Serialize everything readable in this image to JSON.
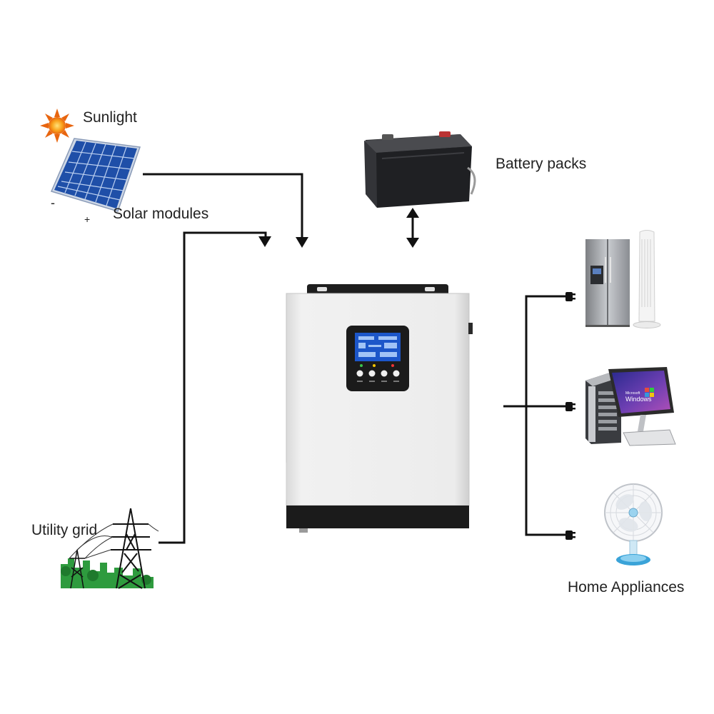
{
  "labels": {
    "sunlight": "Sunlight",
    "solar_modules": "Solar modules",
    "battery_packs": "Battery packs",
    "utility_grid": "Utility grid",
    "home_appliances": "Home Appliances"
  },
  "solar_polarity": {
    "negative": "-",
    "positive": "+"
  },
  "monitor_screen": {
    "brand": "Microsoft",
    "os_name": "Windows"
  },
  "colors": {
    "wire": "#111111",
    "sun": "#f7941d",
    "solar_panel": "#1f4fa8",
    "grid_trees": "#2e9b3e",
    "inverter_body": "#e9e9e9",
    "inverter_band": "#1b1b1b",
    "lcd": "#1c56c9"
  },
  "icons": {
    "sunlight": "sun-icon",
    "solar_modules": "solar-panel-icon",
    "battery_packs": "battery-icon",
    "inverter": "inverter-icon",
    "utility_grid": "power-tower-icon",
    "fridge": "refrigerator-icon",
    "tower_fan": "tower-fan-icon",
    "computer": "desktop-computer-icon",
    "desk_fan": "desk-fan-icon",
    "plug": "plug-icon"
  }
}
